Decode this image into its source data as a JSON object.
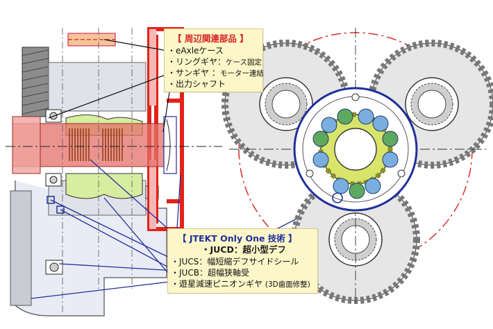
{
  "peripheral": {
    "title": "【 周辺関連部品 】",
    "items": [
      {
        "label": "eAxleケース",
        "note": ""
      },
      {
        "label": "リングギヤ：",
        "note": "ケース固定"
      },
      {
        "label": "サンギヤ ：",
        "note": "モーター連結"
      },
      {
        "label": "出力シャフト",
        "note": ""
      }
    ]
  },
  "jtekt": {
    "title": "【 JTEKT Only One 技術 】",
    "subtitle": "・JUCD：超小型デフ",
    "items": [
      {
        "label": "JUCS：幅短縮デフサイドシール",
        "note": ""
      },
      {
        "label": "JUCB：超幅狭軸受",
        "note": ""
      },
      {
        "label": "遊星減速ピニオンギヤ",
        "note": "(3D歯面修整)"
      }
    ]
  },
  "colors": {
    "housing_red": "#e2231a",
    "leader_blue": "#1f2f9a",
    "callout_fill": "#fdf6c8",
    "gear_gray": "#9a9a9a",
    "sun_gear": "#d8e46a",
    "pinion_blue": "#7aaee0",
    "pinion_green": "#5fa85f",
    "shaft_red": "#d9504a"
  }
}
